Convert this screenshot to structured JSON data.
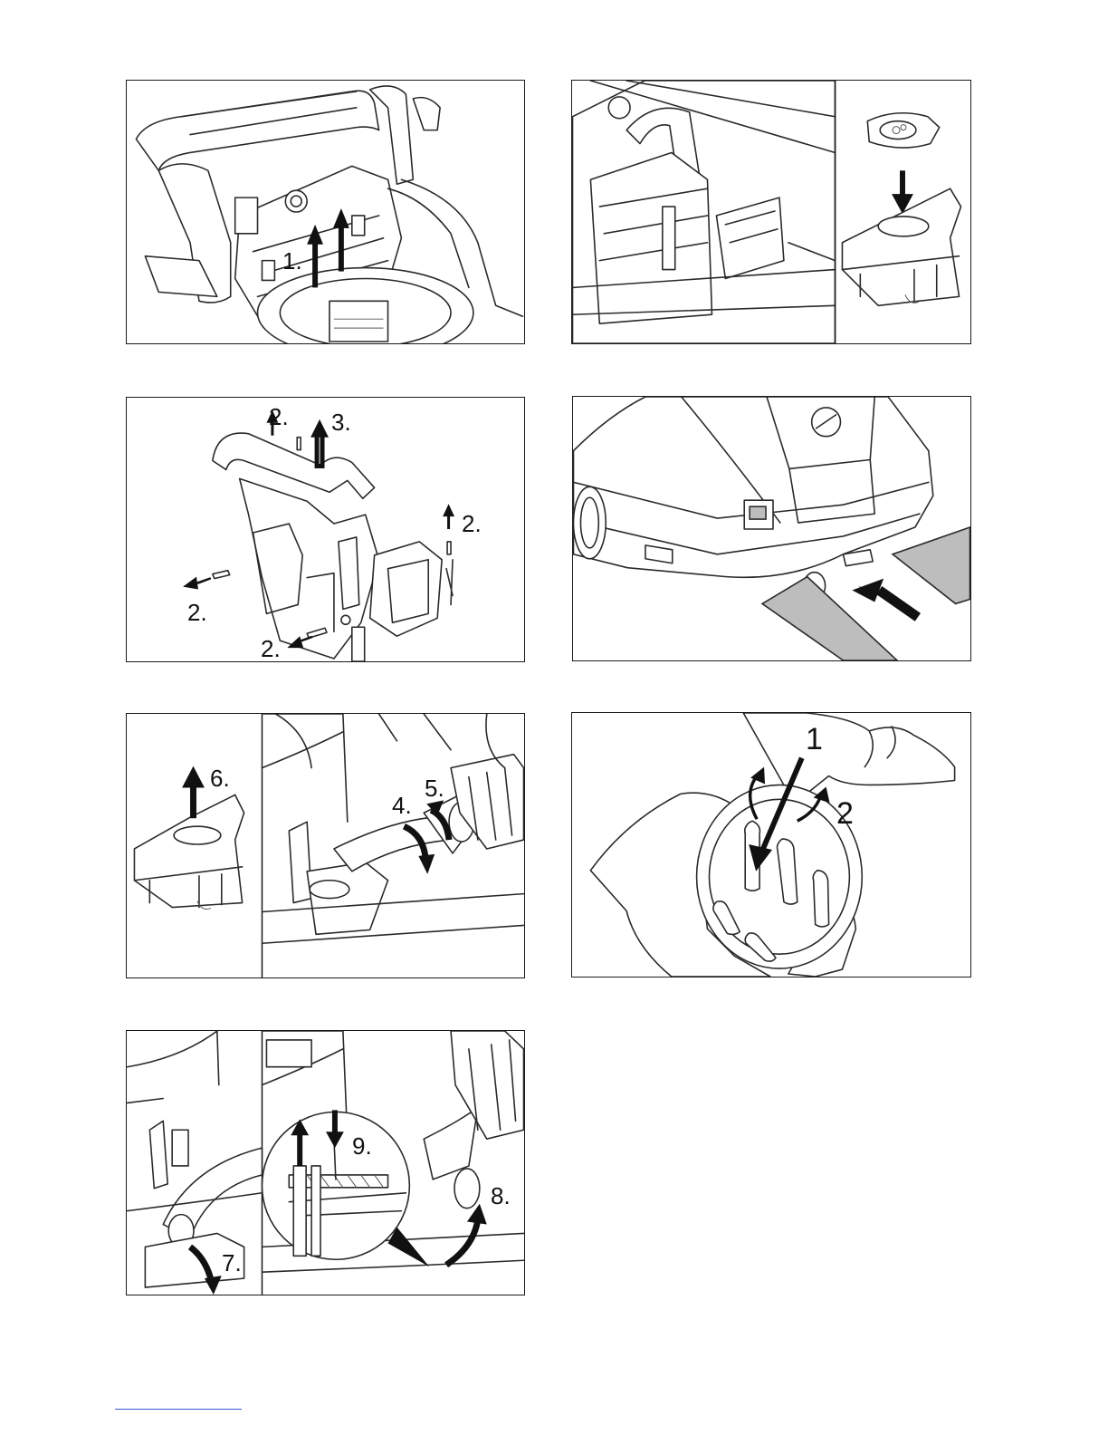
{
  "panel1": {
    "labels": {
      "step1": "1."
    }
  },
  "panel2": {
    "labels": {}
  },
  "panel3": {
    "labels": {
      "a": "2.",
      "b": "3.",
      "c": "2.",
      "d": "2.",
      "e": "2."
    }
  },
  "panel4": {
    "labels": {}
  },
  "panel5": {
    "labels": {
      "step6": "6.",
      "step4": "4.",
      "step5": "5."
    }
  },
  "panel6": {
    "labels": {
      "step1": "1",
      "step2": "2"
    }
  },
  "panel7": {
    "labels": {
      "step9": "9.",
      "step8": "8.",
      "step7": "7."
    }
  },
  "colors": {
    "outline": "#2a2a2a",
    "arrow": "#111111",
    "mat": "#bdbdbd"
  }
}
